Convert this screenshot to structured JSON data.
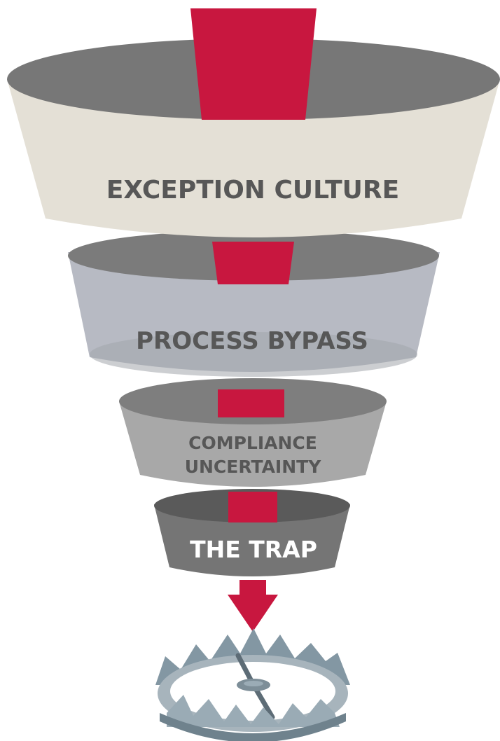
{
  "tiers": [
    {
      "label": "EXCEPTION CULTURE"
    },
    {
      "label": "PROCESS BYPASS"
    },
    {
      "label_line1": "COMPLIANCE",
      "label_line2": "UNCERTAINTY"
    },
    {
      "label": "THE TRAP"
    }
  ],
  "colors": {
    "accent_red": "#c8173f",
    "tier1_body": "#e4e0d6",
    "tier1_rim": "#777777",
    "tier2_body": "#b7bac3",
    "tier2_rim": "#7b7b7b",
    "tier3_body": "#a8a8a8",
    "tier3_rim": "#7e7e7e",
    "tier4_body": "#757575",
    "tier4_rim": "#5a5a5a",
    "text_dark": "#575757",
    "text_light": "#ffffff",
    "trap_steel": "#8397a3"
  },
  "icons": [
    "down-arrow-icon",
    "bear-trap-icon"
  ]
}
